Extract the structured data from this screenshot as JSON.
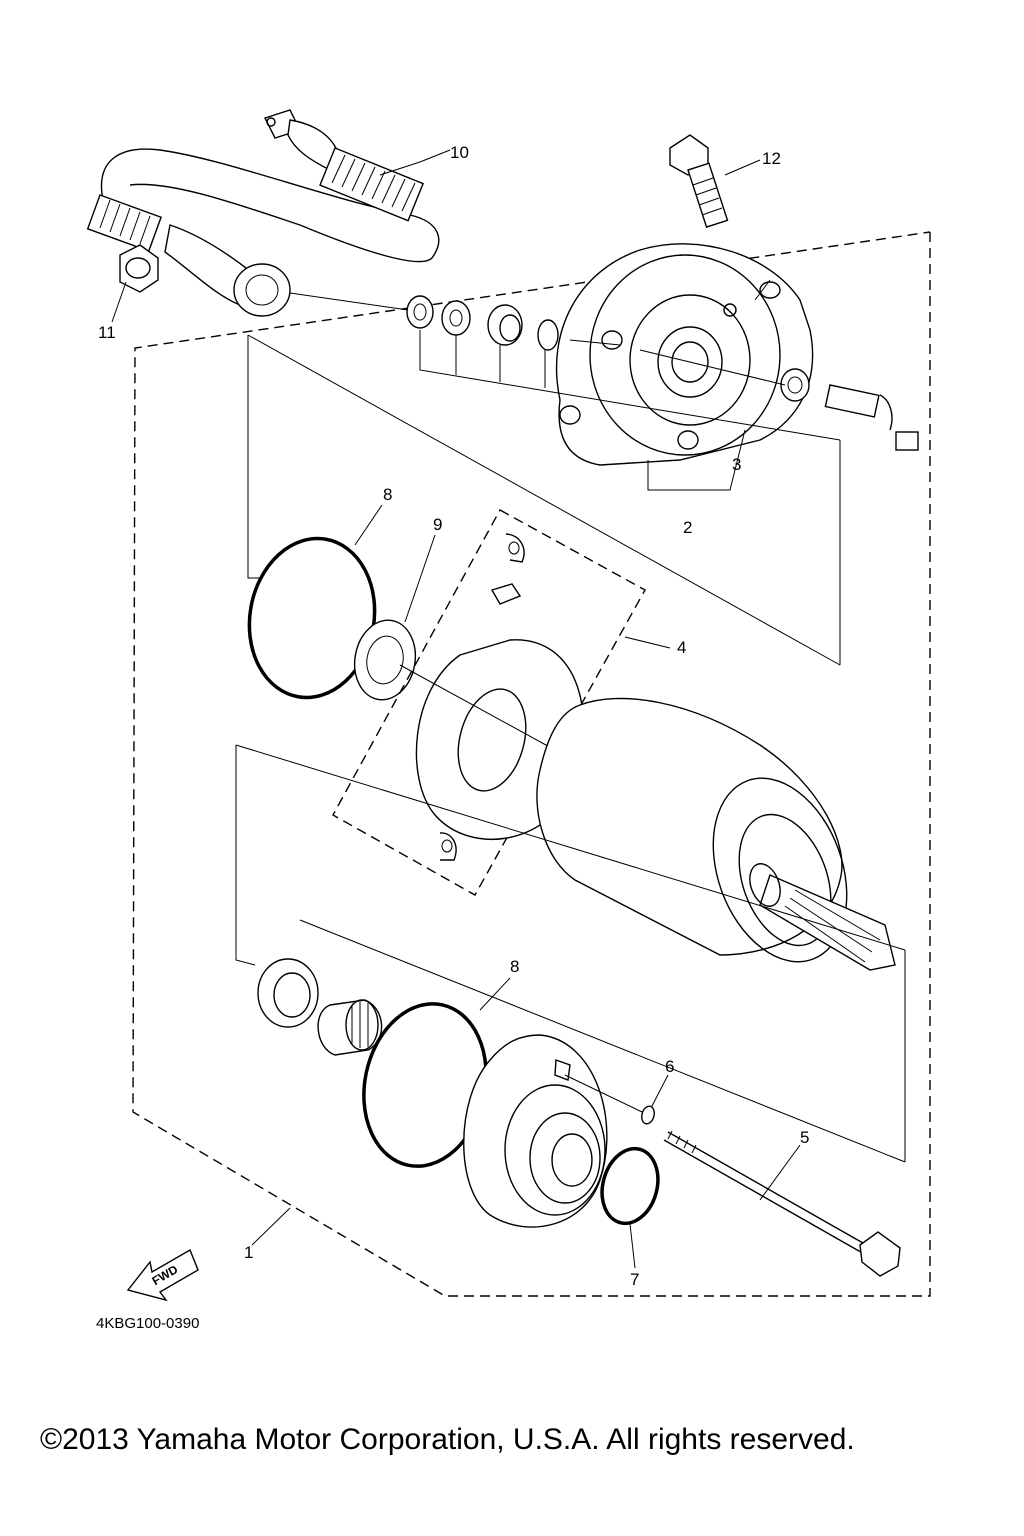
{
  "callouts": {
    "c1": "1",
    "c2": "2",
    "c3": "3",
    "c4": "4",
    "c5": "5",
    "c6": "6",
    "c7": "7",
    "c8a": "8",
    "c8b": "8",
    "c9": "9",
    "c10": "10",
    "c11": "11",
    "c12": "12"
  },
  "fwd_label": "FWD",
  "diagram_code": "4KBG100-0390",
  "copyright": "©2013 Yamaha Motor Corporation, U.S.A. All rights reserved."
}
